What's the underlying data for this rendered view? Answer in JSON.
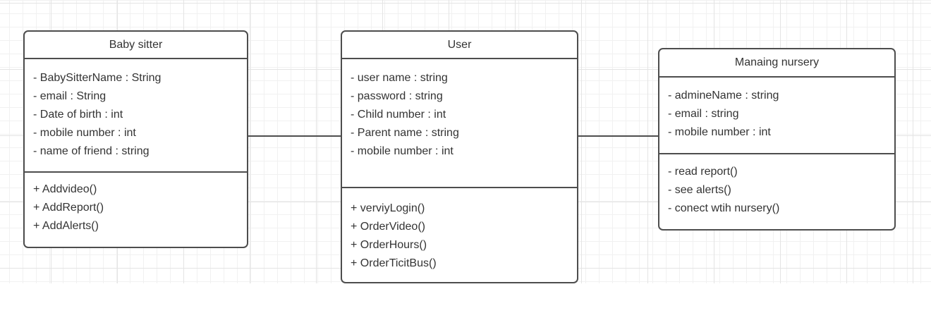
{
  "canvas": {
    "background": "#ffffff",
    "grid_minor_color": "#f1f1f1",
    "grid_major_color": "#e4e4e4",
    "stroke_color": "#4d4d4d",
    "text_color": "#333333"
  },
  "classes": [
    {
      "id": "baby-sitter",
      "title": "Baby sitter",
      "attributes": [
        "- BabySitterName : String",
        "- email : String",
        "- Date of birth : int",
        "- mobile number : int",
        "- name of friend : string"
      ],
      "methods": [
        "+ Addvideo()",
        "+ AddReport()",
        "+ AddAlerts()"
      ]
    },
    {
      "id": "user",
      "title": "User",
      "attributes": [
        "- user name : string",
        "- password : string",
        "- Child number : int",
        "- Parent name : string",
        "- mobile number : int"
      ],
      "methods": [
        "+ verviyLogin()",
        "+ OrderVideo()",
        "+ OrderHours()",
        "+ OrderTicitBus()"
      ]
    },
    {
      "id": "manaing-nursery",
      "title": "Manaing nursery",
      "attributes": [
        "- admineName : string",
        "- email : string",
        "- mobile number : int"
      ],
      "methods": [
        "- read report()",
        "- see alerts()",
        "- conect wtih nursery()"
      ]
    }
  ],
  "connectors": [
    {
      "from": "baby-sitter",
      "to": "user",
      "type": "association"
    },
    {
      "from": "user",
      "to": "manaing-nursery",
      "type": "association"
    }
  ]
}
